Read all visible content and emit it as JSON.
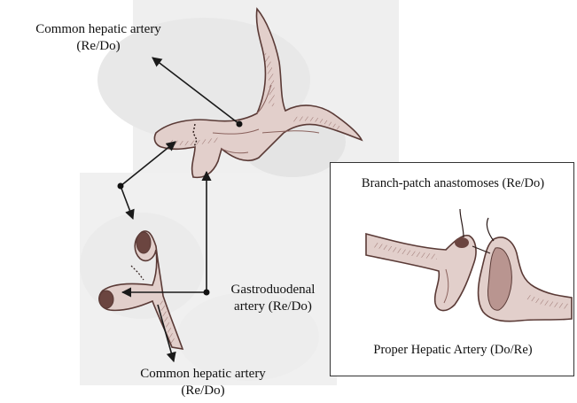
{
  "labels": {
    "common_hepatic_top": {
      "line1": "Common hepatic artery",
      "line2": "(Re/Do)"
    },
    "gastroduodenal": {
      "line1": "Gastroduodenal",
      "line2": "artery (Re/Do)"
    },
    "common_hepatic_bottom": {
      "line1": "Common hepatic artery",
      "line2": "(Re/Do)"
    },
    "branch_patch": "Branch-patch anastomoses (Re/Do)",
    "proper_hepatic": "Proper Hepatic Artery (Do/Re)"
  },
  "colors": {
    "vessel_stroke": "#5a3a36",
    "vessel_fill": "#d9c3bf",
    "vessel_shade": "#9a7470",
    "arrow": "#1a1a1a",
    "background_texture": "#e6e6e6"
  }
}
